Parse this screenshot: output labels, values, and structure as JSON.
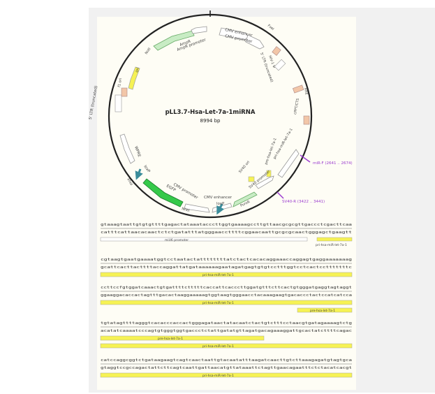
{
  "plasmid": {
    "name": "pLL3.7-Hsa-Let-7a-1miRNA",
    "size": "8994 bp"
  },
  "features": [
    {
      "label": "CMV enhancer",
      "kind": "white-arrow"
    },
    {
      "label": "CMV promoter",
      "kind": "white-arrow"
    },
    {
      "label": "HIV-1 Ψ",
      "kind": "tan"
    },
    {
      "label": "5' LTR (truncated)",
      "kind": "white"
    },
    {
      "label": "RRE",
      "kind": "tan"
    },
    {
      "label": "cPPT/CTS",
      "kind": "tan"
    },
    {
      "label": "miR-F (2641 .. 2674)",
      "kind": "primer"
    },
    {
      "label": "pri-hsa-miR-let-7a-1",
      "kind": "white-arrow"
    },
    {
      "label": "pre-hsa-let-7a-1",
      "kind": "yellow"
    },
    {
      "label": "SV40 ori",
      "kind": "yellow"
    },
    {
      "label": "SV40 promoter",
      "kind": "white-arrow"
    },
    {
      "label": "SV40-R (3422 .. 3441)",
      "kind": "primer"
    },
    {
      "label": "PuroR",
      "kind": "green"
    },
    {
      "label": "CMV enhancer",
      "kind": "white-arrow"
    },
    {
      "label": "loxP",
      "kind": "teal"
    },
    {
      "label": "CMV promoter",
      "kind": "white-arrow"
    },
    {
      "label": "EGFP",
      "kind": "green"
    },
    {
      "label": "loxP",
      "kind": "teal"
    },
    {
      "label": "WPRE",
      "kind": "white"
    },
    {
      "label": "5' LTR (truncated)",
      "kind": "white"
    },
    {
      "label": "AmpR",
      "kind": "green"
    },
    {
      "label": "AmpR promoter",
      "kind": "white-arrow"
    },
    {
      "label": "ori",
      "kind": "yellow"
    },
    {
      "label": "f1 ori",
      "kind": "tan"
    },
    {
      "label": "NotI",
      "kind": "site"
    },
    {
      "label": "FseI",
      "kind": "site"
    },
    {
      "label": "XhoI",
      "kind": "site"
    },
    {
      "label": "NheI",
      "kind": "site"
    }
  ],
  "sequence_blocks": [
    {
      "top": "gtaaagtaattgtgtgttttgagactataaatacccttggtgaaaagccttgttaacgcgcgttgaccctcgacttcaa",
      "bottom": "catttcattaacacaactctctgatatttatgggaaccttttcggaacaattgcgcgcaactgggagctgaagtt",
      "bars": [
        {
          "label": "miU6 promoter",
          "color": "white"
        },
        {
          "label": "pri-hsa-miR-let-7a-1",
          "color": "yellow"
        }
      ]
    },
    {
      "top": "cgtaagtgaatgaaaatggtcctaatactattttttttatctactcacacaggaaaccaggagtgaggaaaaaaag",
      "bottom": "gcattcacttacttttaccaggattatgataaaaaagaatagatgagtgtgtcctttggtcctcactcctttttttc",
      "bars": [
        {
          "label": "pri-hsa-miR-let-7a-1",
          "color": "yellow"
        }
      ]
    },
    {
      "top": "ccttccfgtggatcaaactgtgattttctttttcaccattcacccttggatgtttcttcactgtgggatgaggtagtaggt",
      "bottom": "ggaaggacaccactagtttgacactaaggaaaaagtggtaagtgggaacctacaaagaagtgacaccctactccatcatcca",
      "bars": [
        {
          "label": "pri-hsa-miR-let-7a-1",
          "color": "yellow"
        },
        {
          "label": "pre-hsa-let-7a-1",
          "color": "yellow"
        }
      ]
    },
    {
      "top": "tgtatagttttagggtcacacccaccactgggagataactatacaatctactgtctttcctaacgtgatagaaaagtctg",
      "bottom": "acatatcaaaatcccagtgtgggtggtgaccctctattgatatgttagatgacagaaaggattgcactatcttttcagac",
      "bars": [
        {
          "label": "pre-hsa-let-7a-1",
          "color": "yellow"
        },
        {
          "label": "pri-hsa-miR-let-7a-1",
          "color": "yellow"
        }
      ]
    },
    {
      "top": "catccaggcggtctgataagaagtcagtcaactaattgtacaatatttaagatcaacttgtcttaaagagatgtagtgca",
      "bottom": "gtaggtccgccagactattcttcagtcaattgattaacatgttataaattctagttgaacagaatttctctacatcacgt",
      "bars": [
        {
          "label": "pri-hsa-miR-let-7a-1",
          "color": "yellow"
        }
      ]
    }
  ],
  "colors": {
    "frame": "#f1f1f1",
    "paper": "#fefdf5",
    "yellow": "#f6f254",
    "green": "#35c94a",
    "light_green": "#c8ecc4",
    "tan": "#f2c6a8",
    "teal": "#3a8c9a",
    "primer": "#9b3ccf"
  }
}
